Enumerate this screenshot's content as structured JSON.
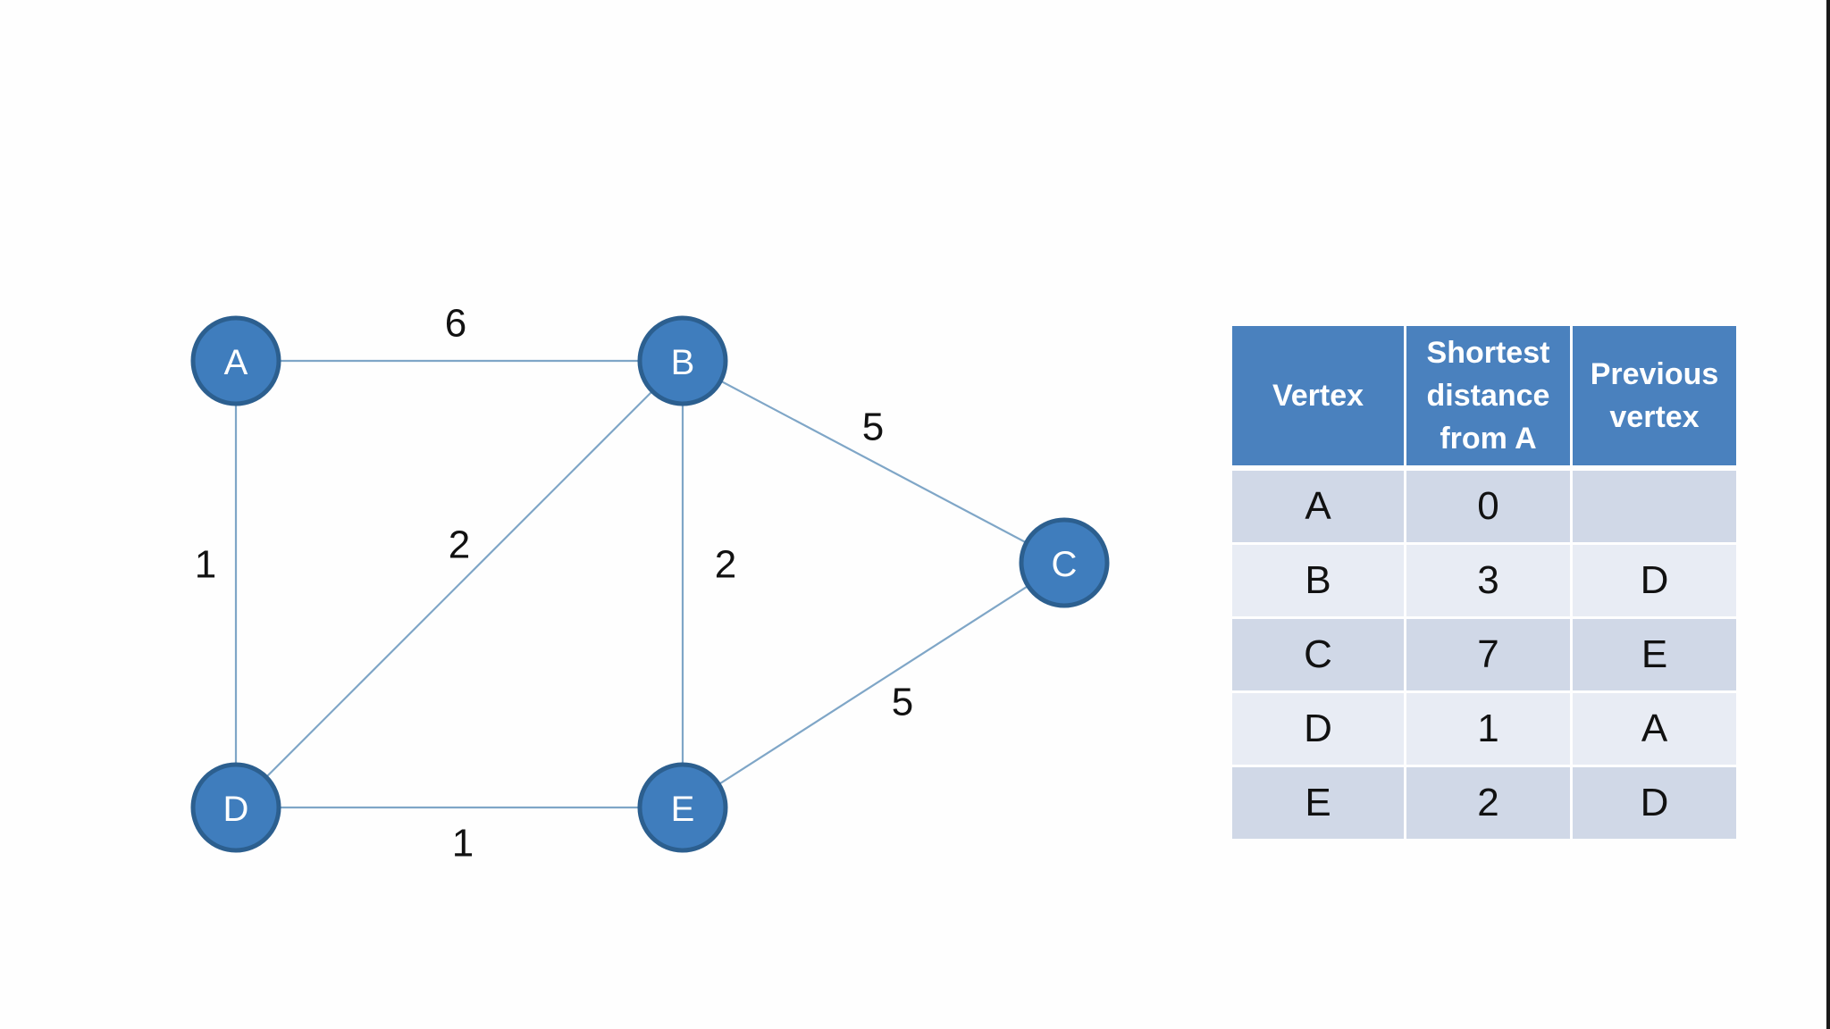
{
  "graph": {
    "nodes": [
      {
        "id": "A",
        "label": "A"
      },
      {
        "id": "B",
        "label": "B"
      },
      {
        "id": "C",
        "label": "C"
      },
      {
        "id": "D",
        "label": "D"
      },
      {
        "id": "E",
        "label": "E"
      }
    ],
    "edges": [
      {
        "from": "A",
        "to": "B",
        "weight": "6"
      },
      {
        "from": "A",
        "to": "D",
        "weight": "1"
      },
      {
        "from": "B",
        "to": "D",
        "weight": "2"
      },
      {
        "from": "B",
        "to": "E",
        "weight": "2"
      },
      {
        "from": "B",
        "to": "C",
        "weight": "5"
      },
      {
        "from": "E",
        "to": "C",
        "weight": "5"
      },
      {
        "from": "D",
        "to": "E",
        "weight": "1"
      }
    ],
    "colors": {
      "node_fill": "#3f7dbd",
      "node_border": "#2c5f8f",
      "edge": "#7fa6c7"
    }
  },
  "table": {
    "headers": {
      "vertex": [
        "Vertex"
      ],
      "distance": [
        "Shortest",
        "distance",
        "from A"
      ],
      "previous": [
        "Previous",
        "vertex"
      ]
    },
    "rows": [
      {
        "vertex": "A",
        "distance": "0",
        "previous": ""
      },
      {
        "vertex": "B",
        "distance": "3",
        "previous": "D"
      },
      {
        "vertex": "C",
        "distance": "7",
        "previous": "E"
      },
      {
        "vertex": "D",
        "distance": "1",
        "previous": "A"
      },
      {
        "vertex": "E",
        "distance": "2",
        "previous": "D"
      }
    ],
    "colors": {
      "header": "#4a81be",
      "row_dark": "#d0d8e7",
      "row_light": "#e8ecf4"
    }
  }
}
